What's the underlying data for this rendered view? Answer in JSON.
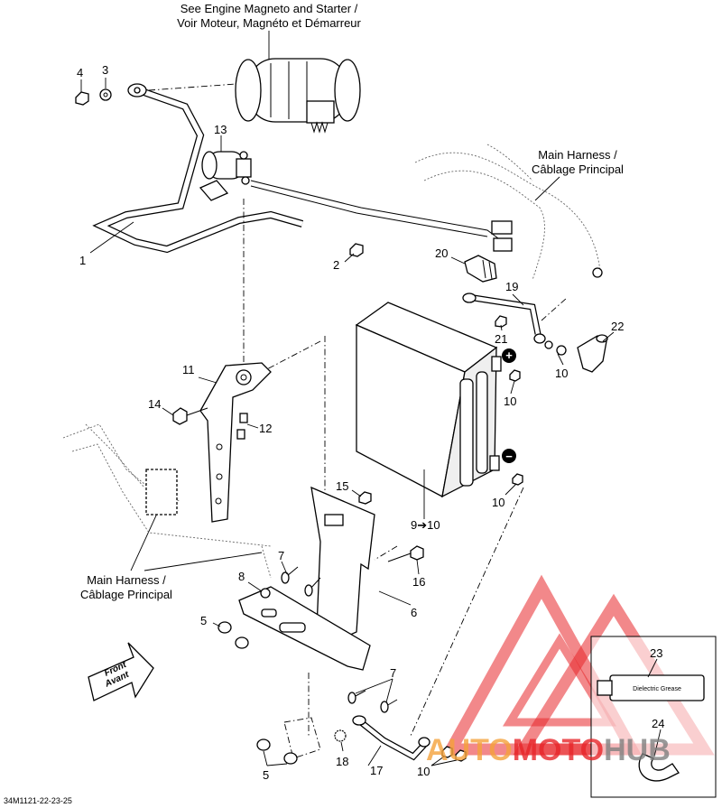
{
  "captions": {
    "engine": [
      "See Engine Magneto and Starter /",
      "Voir Moteur, Magnéto et Démarreur"
    ],
    "harness_top": [
      "Main Harness /",
      "Câblage Principal"
    ],
    "harness_left": [
      "Main Harness /",
      "Câblage Principal"
    ],
    "front": [
      "Front",
      "Avant"
    ]
  },
  "callouts": [
    "1",
    "2",
    "3",
    "4",
    "5",
    "5",
    "6",
    "7",
    "7",
    "8",
    "9➔10",
    "10",
    "10",
    "10",
    "10",
    "11",
    "12",
    "13",
    "14",
    "15",
    "16",
    "17",
    "18",
    "19",
    "20",
    "21",
    "22",
    "23",
    "24"
  ],
  "battery_terminals": {
    "positive": "+",
    "negative": "−"
  },
  "tube_label": "Dielectric Grease",
  "drawing_code": "34M1121-22-23-25",
  "watermark": {
    "part1": "AUTO",
    "part2": "MOTO",
    "part3": "HUB",
    "color_red": "#e8262a",
    "color_orange": "#f5a23b",
    "color_grey": "#808080"
  }
}
